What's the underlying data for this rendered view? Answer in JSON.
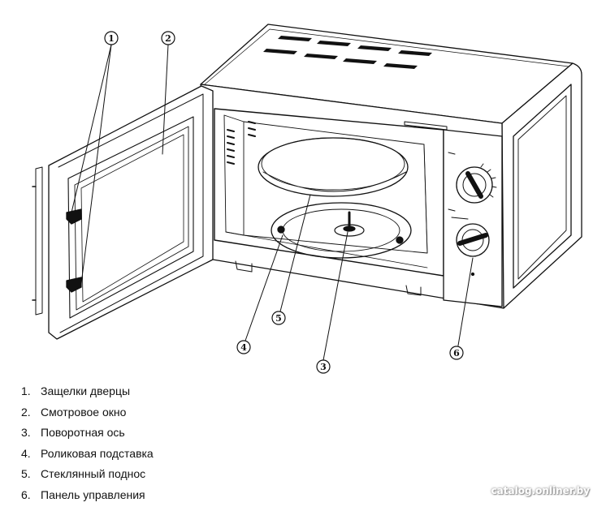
{
  "callouts": [
    {
      "number": "1"
    },
    {
      "number": "2"
    },
    {
      "number": "3"
    },
    {
      "number": "4"
    },
    {
      "number": "5"
    },
    {
      "number": "6"
    }
  ],
  "legend": [
    {
      "number": "1.",
      "label": "Защелки дверцы"
    },
    {
      "number": "2.",
      "label": "Смотровое окно"
    },
    {
      "number": "3.",
      "label": "Поворотная ось"
    },
    {
      "number": "4.",
      "label": "Роликовая подставка"
    },
    {
      "number": "5.",
      "label": "Стеклянный поднос"
    },
    {
      "number": "6.",
      "label": "Панель управления"
    }
  ],
  "watermark": "catalog.onliner.by",
  "colors": {
    "line": "#111111",
    "background": "#ffffff"
  }
}
